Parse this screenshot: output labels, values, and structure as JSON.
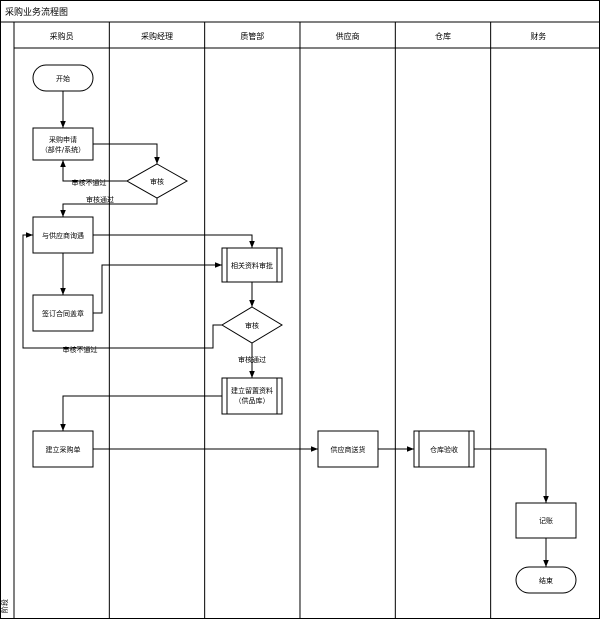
{
  "title": "采购业务流程图",
  "side_label": "阶段",
  "lanes": [
    "采购员",
    "采购经理",
    "质管部",
    "供应商",
    "仓库",
    "财务"
  ],
  "nodes": {
    "start": "开始",
    "apply": [
      "采购申请",
      "（部件/系统）"
    ],
    "review1": "审核",
    "inquiry": "与供应商询遇",
    "docreview": "相关资料审批",
    "contract": "签订合同盖章",
    "review2": "审核",
    "archive": [
      "建立留置资料",
      "（供品库）"
    ],
    "po": "建立采购单",
    "ship": "供应商送货",
    "accept": "仓库验收",
    "record": "记账",
    "end": "结束"
  },
  "edge_labels": {
    "fail1": "审核不通过",
    "pass1": "审核通过",
    "fail2": "审核不通过",
    "pass2": "审核通过"
  }
}
